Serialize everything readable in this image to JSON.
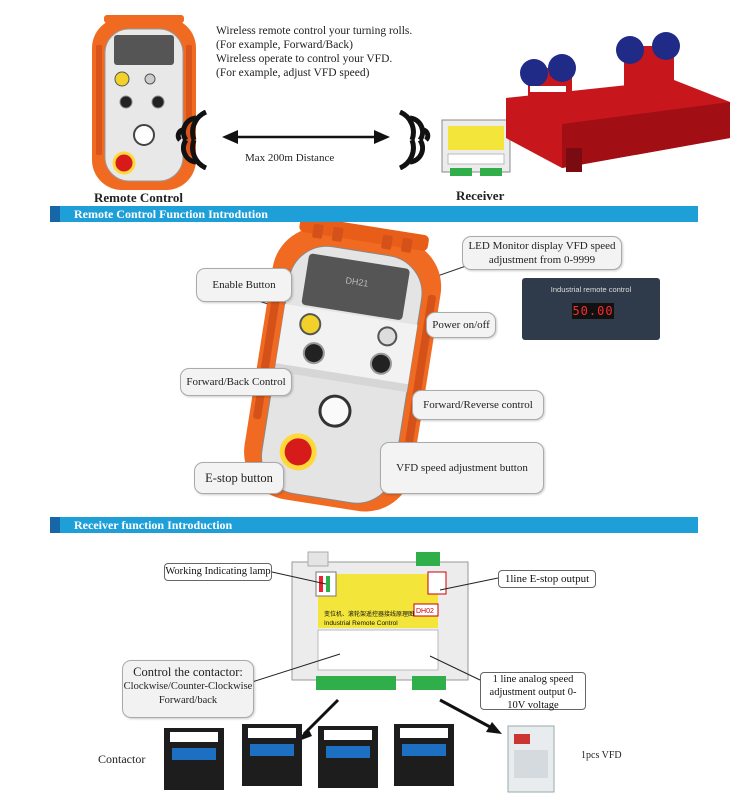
{
  "intro_text": "Wireless remote control your turning rolls.\n(For example, Forward/Back)\nWireless operate to control your VFD.\n(For example, adjust VFD speed)",
  "distance_label": "Max 200m Distance",
  "remote_label": "Remote Control",
  "receiver_label": "Receiver",
  "section1_title": "Remote Control Function Introdution",
  "section2_title": "Receiver function Introduction",
  "remote_callouts": {
    "enable": "Enable Button",
    "led": "LED Monitor display VFD speed adjustment from 0-9999",
    "power": "Power on/off",
    "forward_back": "Forward/Back Control",
    "forward_reverse": "Forward/Reverse control",
    "estop": "E-stop button",
    "vfd_speed": "VFD speed adjustment button"
  },
  "lcd": {
    "title": "Industrial remote control",
    "value": "50.00"
  },
  "remote_model": "DH21",
  "receiver_callouts": {
    "lamp": "Working Indicating lamp",
    "estop_output": "1line E-stop output",
    "contactor_title": "Control the contactor:",
    "contactor_sub1": "Clockwise/Counter-Clockwise",
    "contactor_sub2": "Forward/back",
    "analog": "1 line analog speed adjustment output 0-10V voltage"
  },
  "receiver_board": {
    "model": "DH02",
    "title_cn": "变位机、滚轮架遥控器接线原理图",
    "title_en": "Industrial Remote Control"
  },
  "contactor_label": "Contactor",
  "vfd_label": "1pcs VFD",
  "colors": {
    "accent_bar": "#1e9fd8",
    "remote_orange": "#f06a22",
    "turning_roll_red": "#c8161d"
  }
}
